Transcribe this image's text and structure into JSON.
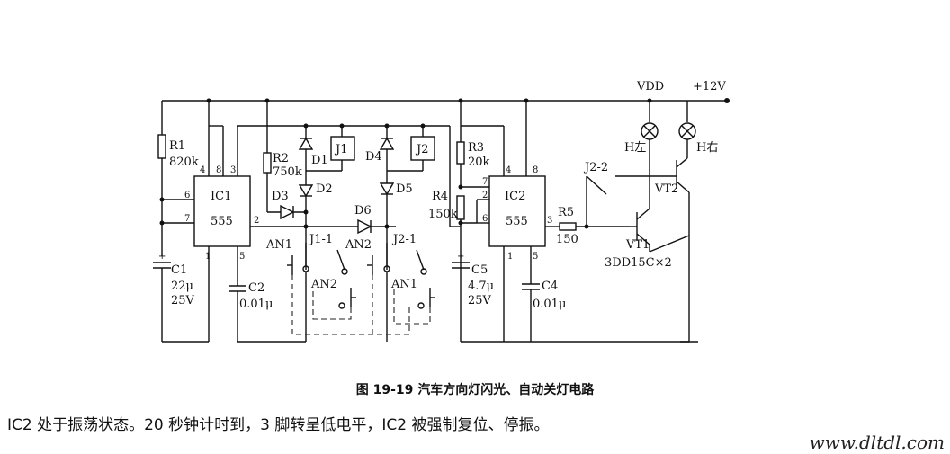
{
  "labels": {
    "vdd": "VDD",
    "supply": "+12V",
    "r1": "R1",
    "r1_val": "820k",
    "r2": "R2",
    "r2_val": "750k",
    "r3": "R3",
    "r3_val": "20k",
    "r4": "R4",
    "r4_val": "150k",
    "r5": "R5",
    "r5_val": "150",
    "ic1": "IC1",
    "ic1_type": "555",
    "ic2": "IC2",
    "ic2_type": "555",
    "c1": "C1",
    "c1_val": "22μ",
    "c1_v": "25V",
    "c2": "C2",
    "c2_val": "0.01μ",
    "c4": "C4",
    "c4_val": "0.01μ",
    "c5": "C5",
    "c5_val": "4.7μ",
    "c5_v": "25V",
    "d1": "D1",
    "d2": "D2",
    "d3": "D3",
    "d4": "D4",
    "d5": "D5",
    "d6": "D6",
    "j1": "J1",
    "j2": "J2",
    "j1_1": "J1-1",
    "j2_1": "J2-1",
    "j2_2": "J2-2",
    "an1": "AN1",
    "an2": "AN2",
    "vt1": "VT1",
    "vt2": "VT2",
    "vt_type": "3DD15C×2",
    "h_left": "H左",
    "h_right": "H右"
  },
  "caption": "图 19-19   汽车方向灯闪光、自动关灯电路",
  "body_text": "IC2 处于振荡状态。20 秒钟计时到，3 脚转呈低电平，IC2 被强制复位、停振。",
  "watermark": "www.dltdl.com"
}
